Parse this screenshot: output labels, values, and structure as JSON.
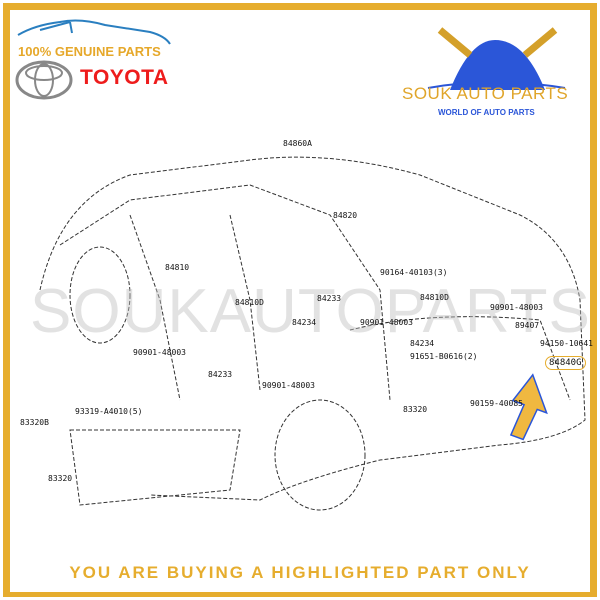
{
  "header": {
    "genuine_text": "100% GENUINE PARTS",
    "brand": "TOYOTA",
    "seller_name": "SOUK AUTO PARTS",
    "seller_tagline": "WORLD OF AUTO PARTS"
  },
  "watermark": "SOUKAUTOPARTS",
  "diagram": {
    "labels": [
      "84860A",
      "84820",
      "84810",
      "90164-40103(3)",
      "84233",
      "84810D",
      "84810D",
      "90901-48003",
      "90901-48003",
      "84234",
      "89407",
      "84234",
      "94150-10641",
      "91651-B0616(2)",
      "90901-48003",
      "84233",
      "84840G",
      "90901-48003",
      "83320",
      "90159-40085",
      "83320B",
      "93319-A4010(5)",
      "83320"
    ],
    "highlighted_part": "84840G"
  },
  "footer": {
    "notice": "YOU ARE BUYING A HIGHLIGHTED PART ONLY"
  },
  "colors": {
    "border": "#e6ad2e",
    "brand_red": "#ee1c1c",
    "seller_blue": "#2b56d8",
    "arrow": "#f0b840"
  }
}
